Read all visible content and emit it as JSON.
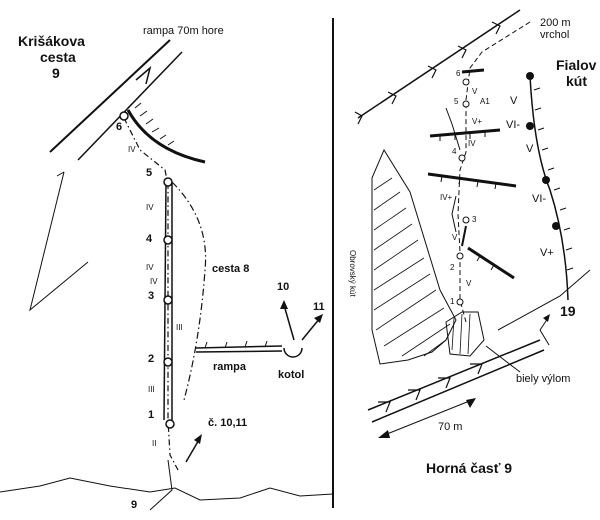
{
  "left_panel": {
    "title_line1": "Krišákova",
    "title_line2": "cesta",
    "title_line3": "9",
    "label_rampa_top": "rampa 70m hore",
    "label_cesta8": "cesta 8",
    "label_rampa": "rampa",
    "label_kotol": "kotol",
    "label_10": "10",
    "label_11": "11",
    "label_c1011": "č. 10,11",
    "label_start": "9",
    "belays": [
      "6",
      "5",
      "4",
      "3",
      "2",
      "1"
    ],
    "grades": [
      "IV",
      "IV",
      "IV",
      "IV",
      "III",
      "III",
      "II"
    ]
  },
  "right_panel": {
    "label_200m": "200 m",
    "label_vrchol": "vrchol",
    "label_fialov1": "Fialov",
    "label_fialov2": "kút",
    "label_obrovsky": "Obrovský kút",
    "label_19": "19",
    "label_biely": "biely výlom",
    "label_70m": "70 m",
    "caption": "Horná časť 9",
    "belays": [
      "6",
      "5",
      "4",
      "3",
      "2",
      "1"
    ],
    "fialov_grades": [
      "V",
      "VI-",
      "V",
      "VI-",
      "V+"
    ],
    "route_grades": [
      "V",
      "A1",
      "V+",
      "IV",
      "IV+",
      "V",
      "V"
    ]
  }
}
